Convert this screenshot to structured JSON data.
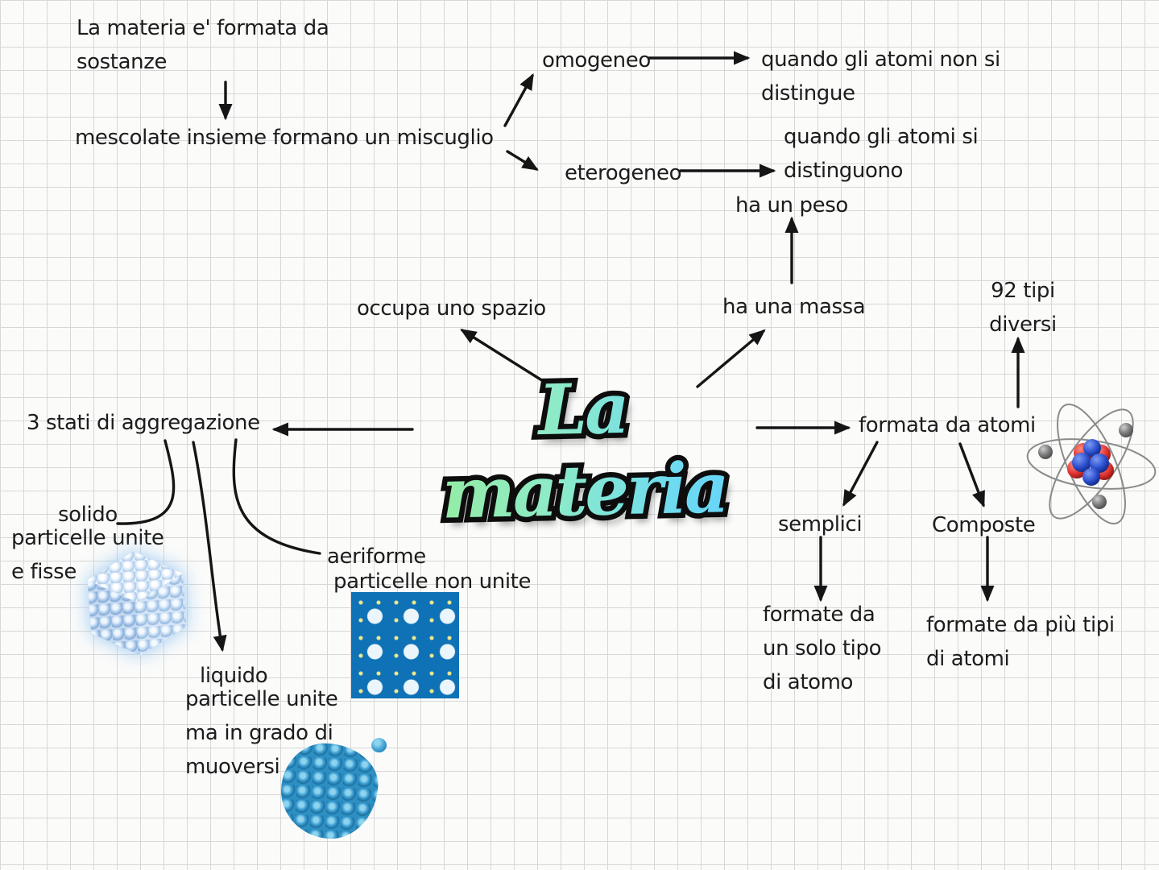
{
  "title": {
    "text": "La materia",
    "gradient_from": "#97ec9c",
    "gradient_to": "#63d3f6"
  },
  "nodes": {
    "sostanze": "La materia e' formata da\nsostanze",
    "miscuglio": "mescolate insieme formano un miscuglio",
    "omogeneo": "omogeneo",
    "eterogeneo": "eterogeneo",
    "atomi_non_si_distingue": "quando gli atomi non si\ndistingue",
    "atomi_si_distinguono": "quando gli atomi si\ndistinguono",
    "ha_un_peso": "ha un peso",
    "occupa_spazio": "occupa uno spazio",
    "ha_una_massa": "ha una massa",
    "novantadue_tipi": "92 tipi\ndiversi",
    "tre_stati": "3 stati di aggregazione",
    "formata_da_atomi": "formata da atomi",
    "semplici": "semplici",
    "composte": "Composte",
    "formate_un_solo_tipo": "formate da\nun solo tipo\ndi atomo",
    "formate_piu_tipi": "formate da più tipi\ndi atomi",
    "solido": "solido",
    "solido_desc": "particelle unite\ne fisse",
    "liquido": "liquido",
    "liquido_desc": "particelle unite\nma in grado di\nmuoversi",
    "aeriforme": "aeriforme",
    "aeriforme_desc": "particelle non unite"
  },
  "icons": {
    "solid_image": "solid-particles-cube",
    "liquid_image": "liquid-particles-blob",
    "gas_image": "gas-particles-panel",
    "atom_image": "atom-orbits"
  },
  "colors": {
    "ink": "#1c1c1c",
    "grid_line": "#d7d7d7",
    "paper": "#fbfbfa",
    "solid_sphere": "#b4cfec",
    "liquid_sphere": "#2d8fc2",
    "gas_background": "#0f72b6",
    "nucleus_red": "#e03430",
    "nucleus_blue": "#2c4fd0",
    "electron_grey": "#7c7c7c"
  }
}
